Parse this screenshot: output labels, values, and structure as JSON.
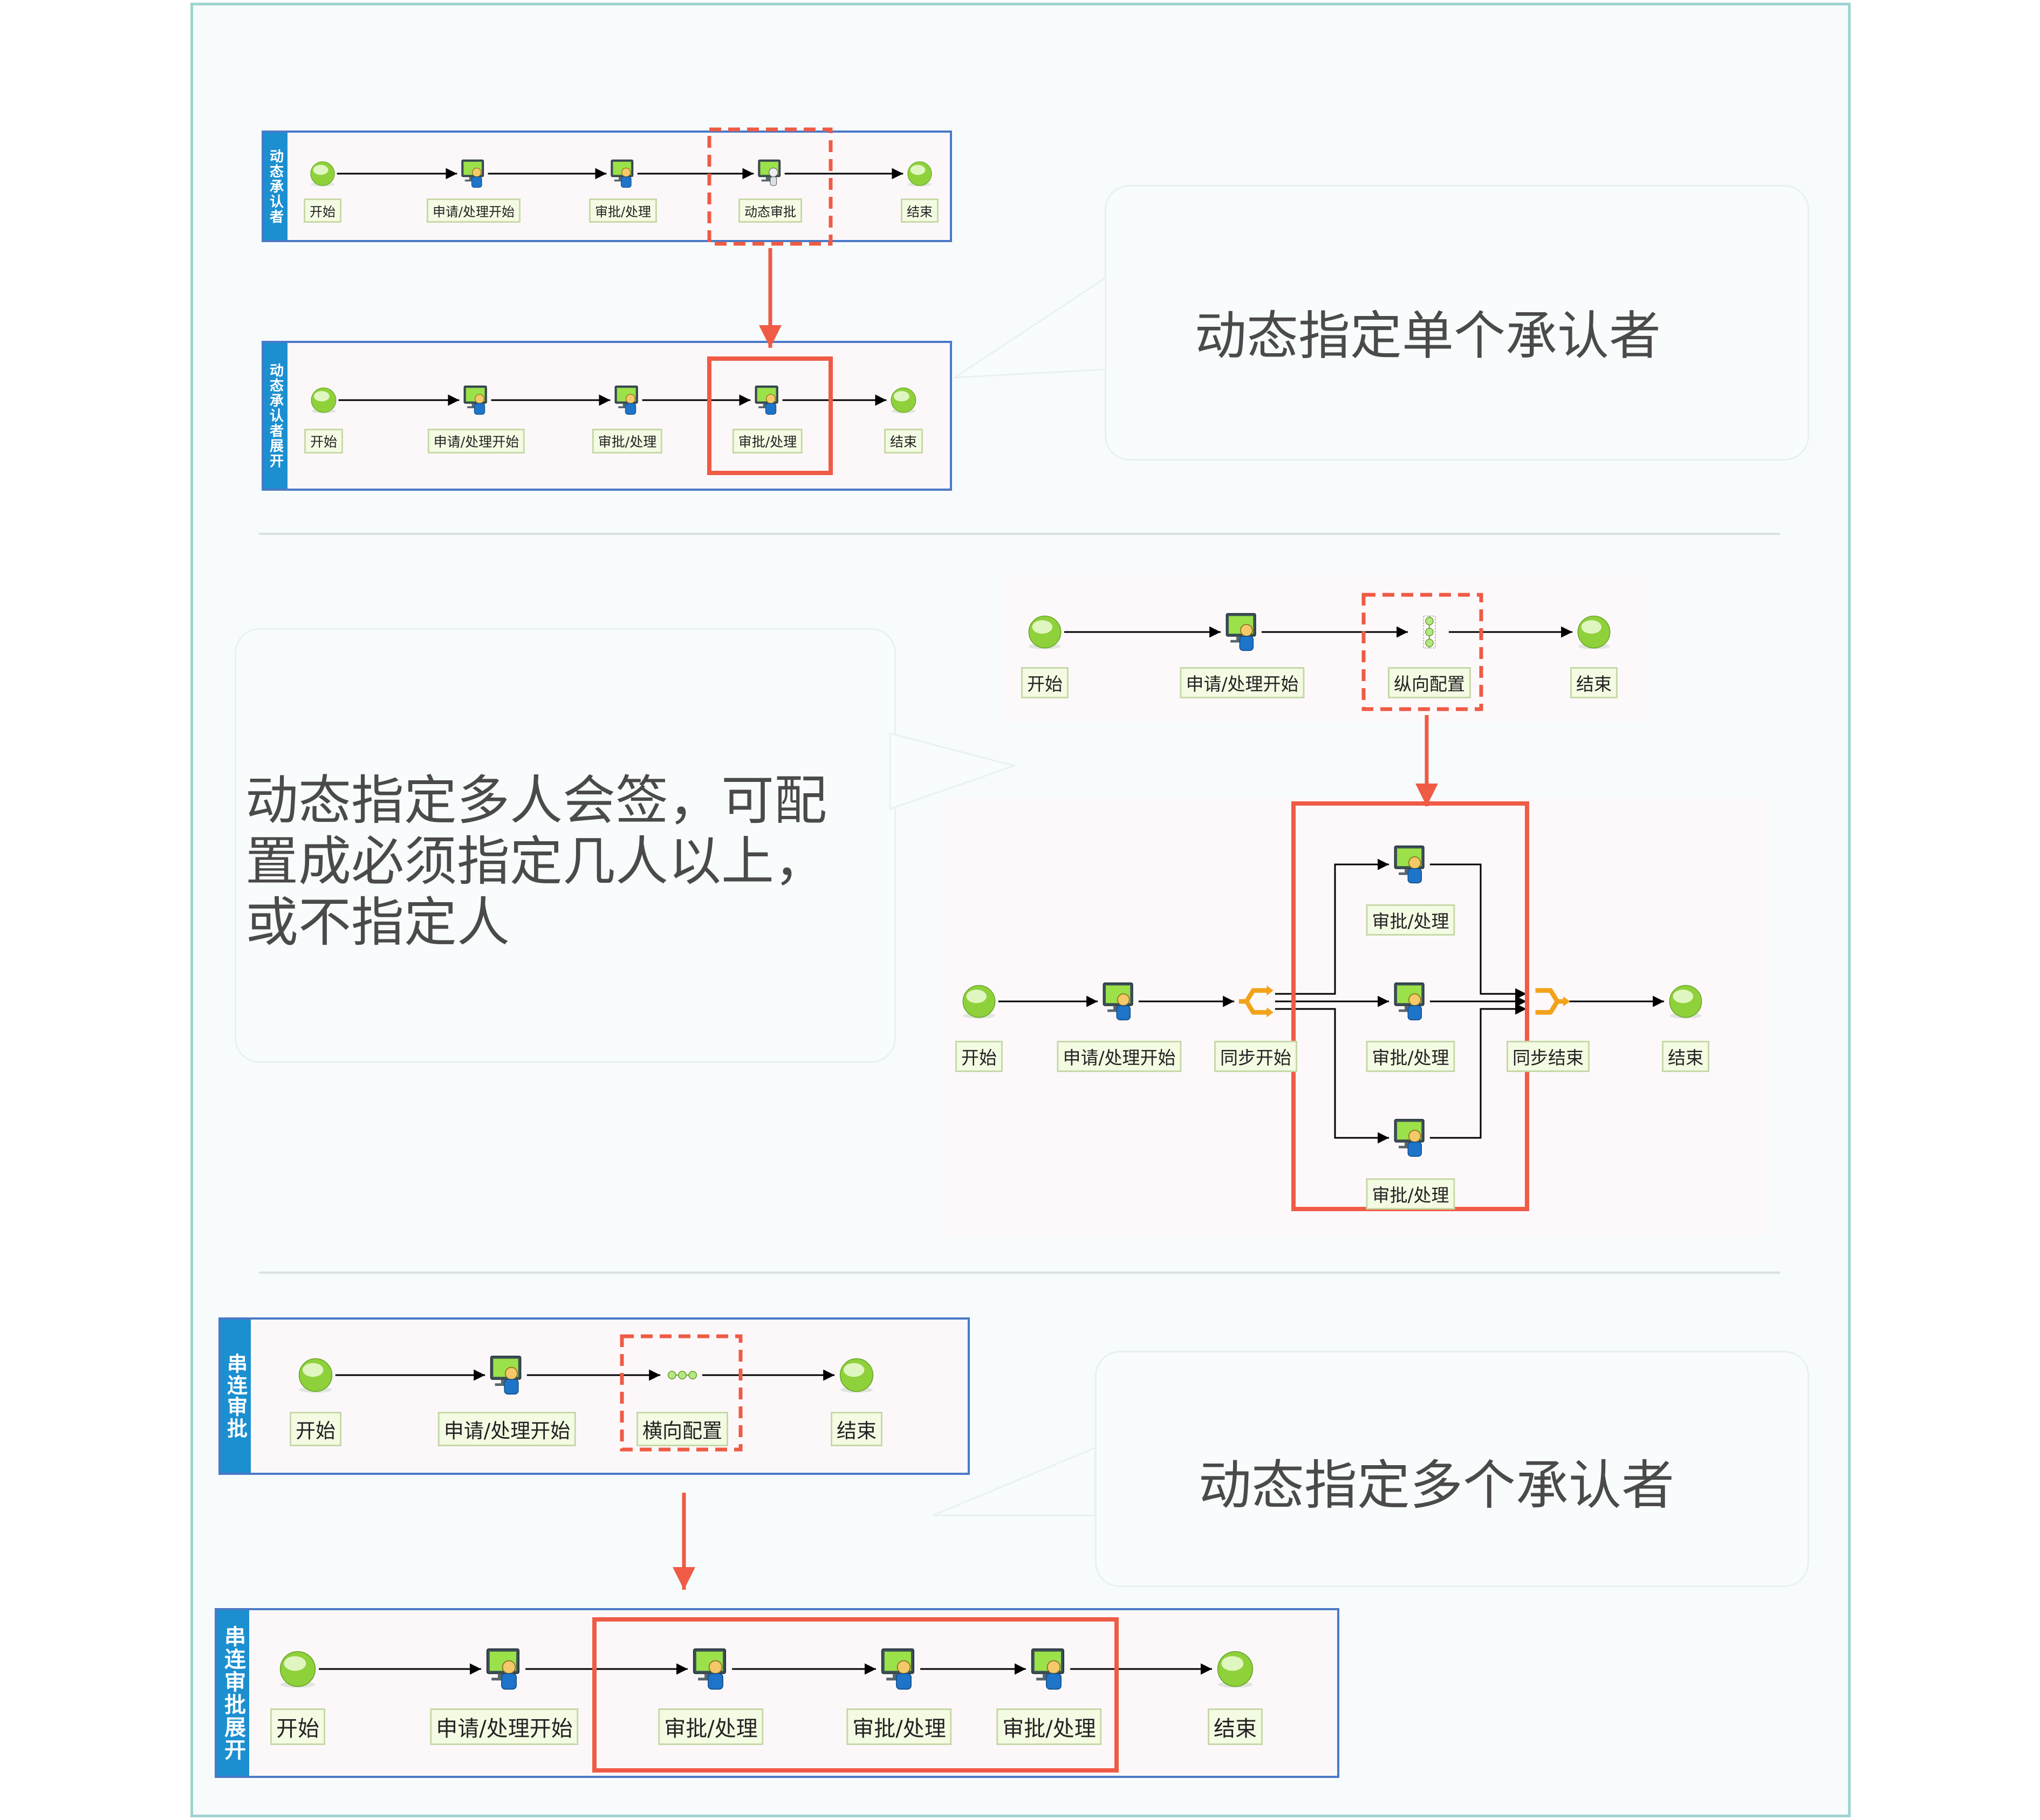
{
  "colors": {
    "highlight": "#ef5b45",
    "panel_border": "#4a79c7",
    "lane": "#1c8fd0",
    "node_green": "#8fd13a",
    "label_bg": "#f3fbe3",
    "label_border": "#c7d9a8",
    "sync_gateway": "#f2a31b"
  },
  "section1": {
    "caption": "动态指定单个承认者",
    "top": {
      "lane_label": "动态承认者",
      "nodes": [
        {
          "label": "开始",
          "icon": "start-circle-icon"
        },
        {
          "label": "申请/处理开始",
          "icon": "user-task-icon"
        },
        {
          "label": "审批/处理",
          "icon": "user-task-icon"
        },
        {
          "label": "动态审批",
          "icon": "dynamic-approve-icon"
        },
        {
          "label": "结束",
          "icon": "end-circle-icon"
        }
      ]
    },
    "bottom": {
      "lane_label": "动态承认者展开",
      "nodes": [
        {
          "label": "开始",
          "icon": "start-circle-icon"
        },
        {
          "label": "申请/处理开始",
          "icon": "user-task-icon"
        },
        {
          "label": "审批/处理",
          "icon": "user-task-icon"
        },
        {
          "label": "审批/处理",
          "icon": "user-task-icon"
        },
        {
          "label": "结束",
          "icon": "end-circle-icon"
        }
      ]
    }
  },
  "section2": {
    "caption_lines": [
      "动态指定多人会签，可配",
      "置成必须指定几人以上，",
      "或不指定人"
    ],
    "top": {
      "nodes": [
        {
          "label": "开始",
          "icon": "start-circle-icon"
        },
        {
          "label": "申请/处理开始",
          "icon": "user-task-icon"
        },
        {
          "label": "纵向配置",
          "icon": "vertical-config-icon"
        },
        {
          "label": "结束",
          "icon": "end-circle-icon"
        }
      ]
    },
    "bottom": {
      "nodes": [
        {
          "label": "开始",
          "icon": "start-circle-icon"
        },
        {
          "label": "申请/处理开始",
          "icon": "user-task-icon"
        },
        {
          "label": "同步开始",
          "icon": "sync-split-icon"
        },
        {
          "label": "审批/处理",
          "icon": "user-task-icon"
        },
        {
          "label": "审批/处理",
          "icon": "user-task-icon"
        },
        {
          "label": "审批/处理",
          "icon": "user-task-icon"
        },
        {
          "label": "同步结束",
          "icon": "sync-join-icon"
        },
        {
          "label": "结束",
          "icon": "end-circle-icon"
        }
      ]
    }
  },
  "section3": {
    "caption": "动态指定多个承认者",
    "top": {
      "lane_label": "串连审批",
      "nodes": [
        {
          "label": "开始",
          "icon": "start-circle-icon"
        },
        {
          "label": "申请/处理开始",
          "icon": "user-task-icon"
        },
        {
          "label": "横向配置",
          "icon": "horizontal-config-icon"
        },
        {
          "label": "结束",
          "icon": "end-circle-icon"
        }
      ]
    },
    "bottom": {
      "lane_label": "串连审批展开",
      "nodes": [
        {
          "label": "开始",
          "icon": "start-circle-icon"
        },
        {
          "label": "申请/处理开始",
          "icon": "user-task-icon"
        },
        {
          "label": "审批/处理",
          "icon": "user-task-icon"
        },
        {
          "label": "审批/处理",
          "icon": "user-task-icon"
        },
        {
          "label": "审批/处理",
          "icon": "user-task-icon"
        },
        {
          "label": "结束",
          "icon": "end-circle-icon"
        }
      ]
    }
  }
}
